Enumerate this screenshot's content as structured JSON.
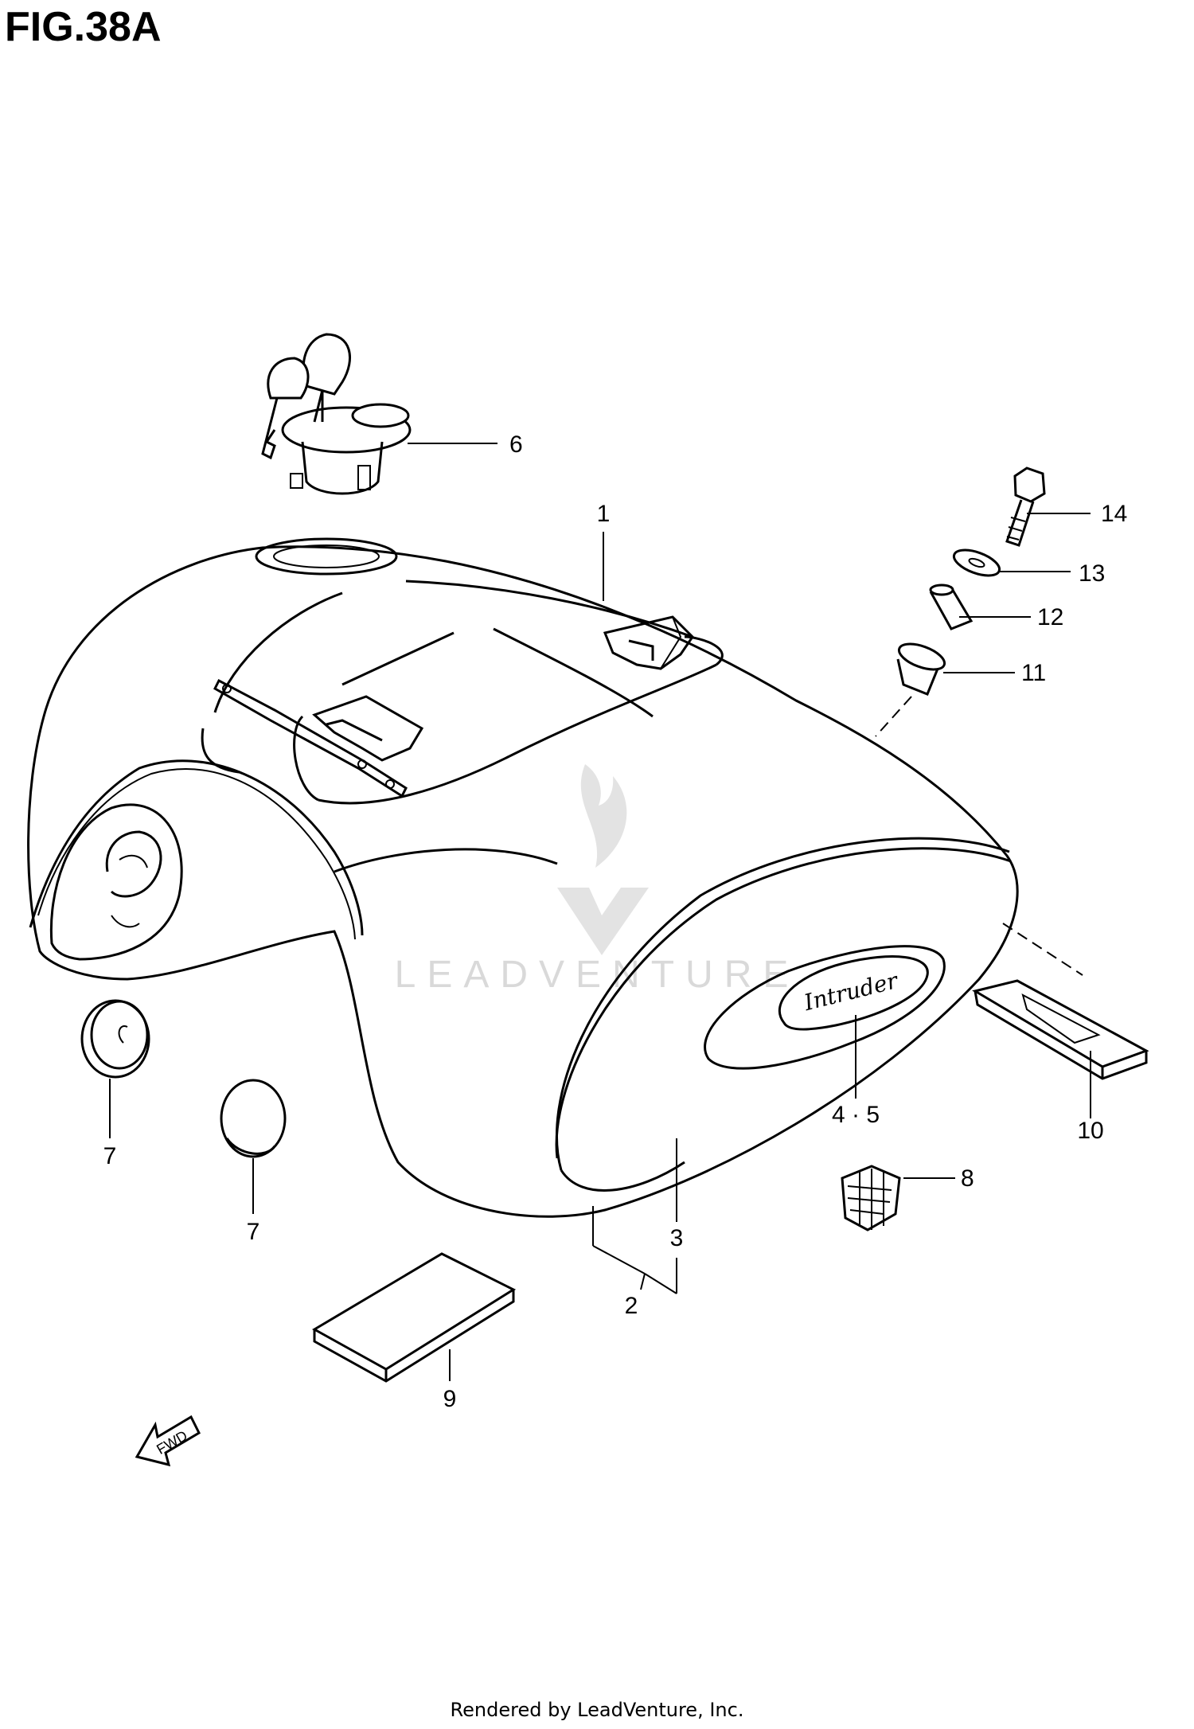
{
  "title": "FIG.38A",
  "footer": "Rendered by LeadVenture, Inc.",
  "watermark": "LEADVENTURE",
  "fwd_label": "FWD",
  "emblem_text": "Intruder",
  "callouts": [
    {
      "id": "1",
      "label": "1"
    },
    {
      "id": "2",
      "label": "2"
    },
    {
      "id": "3",
      "label": "3"
    },
    {
      "id": "45",
      "label": "4 · 5"
    },
    {
      "id": "6",
      "label": "6"
    },
    {
      "id": "7a",
      "label": "7"
    },
    {
      "id": "7b",
      "label": "7"
    },
    {
      "id": "8",
      "label": "8"
    },
    {
      "id": "9",
      "label": "9"
    },
    {
      "id": "10",
      "label": "10"
    },
    {
      "id": "11",
      "label": "11"
    },
    {
      "id": "12",
      "label": "12"
    },
    {
      "id": "13",
      "label": "13"
    },
    {
      "id": "14",
      "label": "14"
    }
  ]
}
